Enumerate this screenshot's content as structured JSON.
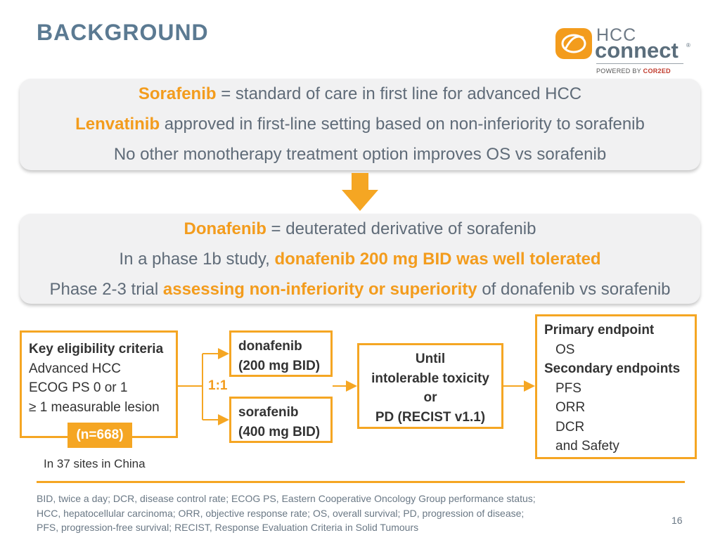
{
  "title": "BACKGROUND",
  "logo": {
    "line1": "HCC",
    "line2": "connect",
    "reg": "®",
    "powered_prefix": "POWERED BY ",
    "powered_brand": "COR2ED"
  },
  "panel1": {
    "line1_hl": "Sorafenib",
    "line1_rest": " = standard of care in first line for advanced HCC",
    "line2_hl": "Lenvatinib",
    "line2_rest": " approved in first-line setting based on non-inferiority to sorafenib",
    "line3": "No other monotherapy treatment option improves OS vs sorafenib"
  },
  "panel2": {
    "line1_hl": "Donafenib",
    "line1_rest": " = deuterated derivative of sorafenib",
    "line2_pre": "In a phase 1b study, ",
    "line2_hl": "donafenib 200 mg BID was well tolerated",
    "line3_pre": "Phase 2-3 trial ",
    "line3_hl": "assessing non-inferiority or superiority",
    "line3_post": " of donafenib vs sorafenib"
  },
  "eligibility": {
    "heading": "Key eligibility criteria",
    "items": [
      "Advanced HCC",
      "ECOG PS 0 or 1",
      "≥ 1 measurable lesion"
    ],
    "n": "(n=668)",
    "sites": "In 37 sites in China"
  },
  "randomization": {
    "ratio": "1:1"
  },
  "arms": [
    {
      "line1": "donafenib",
      "line2": "(200 mg BID)"
    },
    {
      "line1": "sorafenib",
      "line2": "(400 mg BID)"
    }
  ],
  "until": {
    "lines": [
      "Until",
      "intolerable toxicity",
      "or",
      "PD (RECIST v1.1)"
    ]
  },
  "endpoints": {
    "primary_heading": "Primary endpoint",
    "primary": [
      "OS"
    ],
    "secondary_heading": "Secondary endpoints",
    "secondary": [
      "PFS",
      "ORR",
      "DCR",
      "and Safety"
    ]
  },
  "footer": {
    "lines": [
      "BID, twice a day; DCR, disease control rate; ECOG PS, Eastern Cooperative Oncology Group performance status;",
      "HCC, hepatocellular carcinoma; ORR, objective response rate; OS, overall survival; PD, progression of disease;",
      "PFS, progression-free survival; RECIST, Response Evaluation Criteria in Solid Tumours"
    ],
    "page": "16"
  },
  "colors": {
    "accent": "#f5a623",
    "title": "#5b7a92",
    "text": "#5f6b78"
  }
}
